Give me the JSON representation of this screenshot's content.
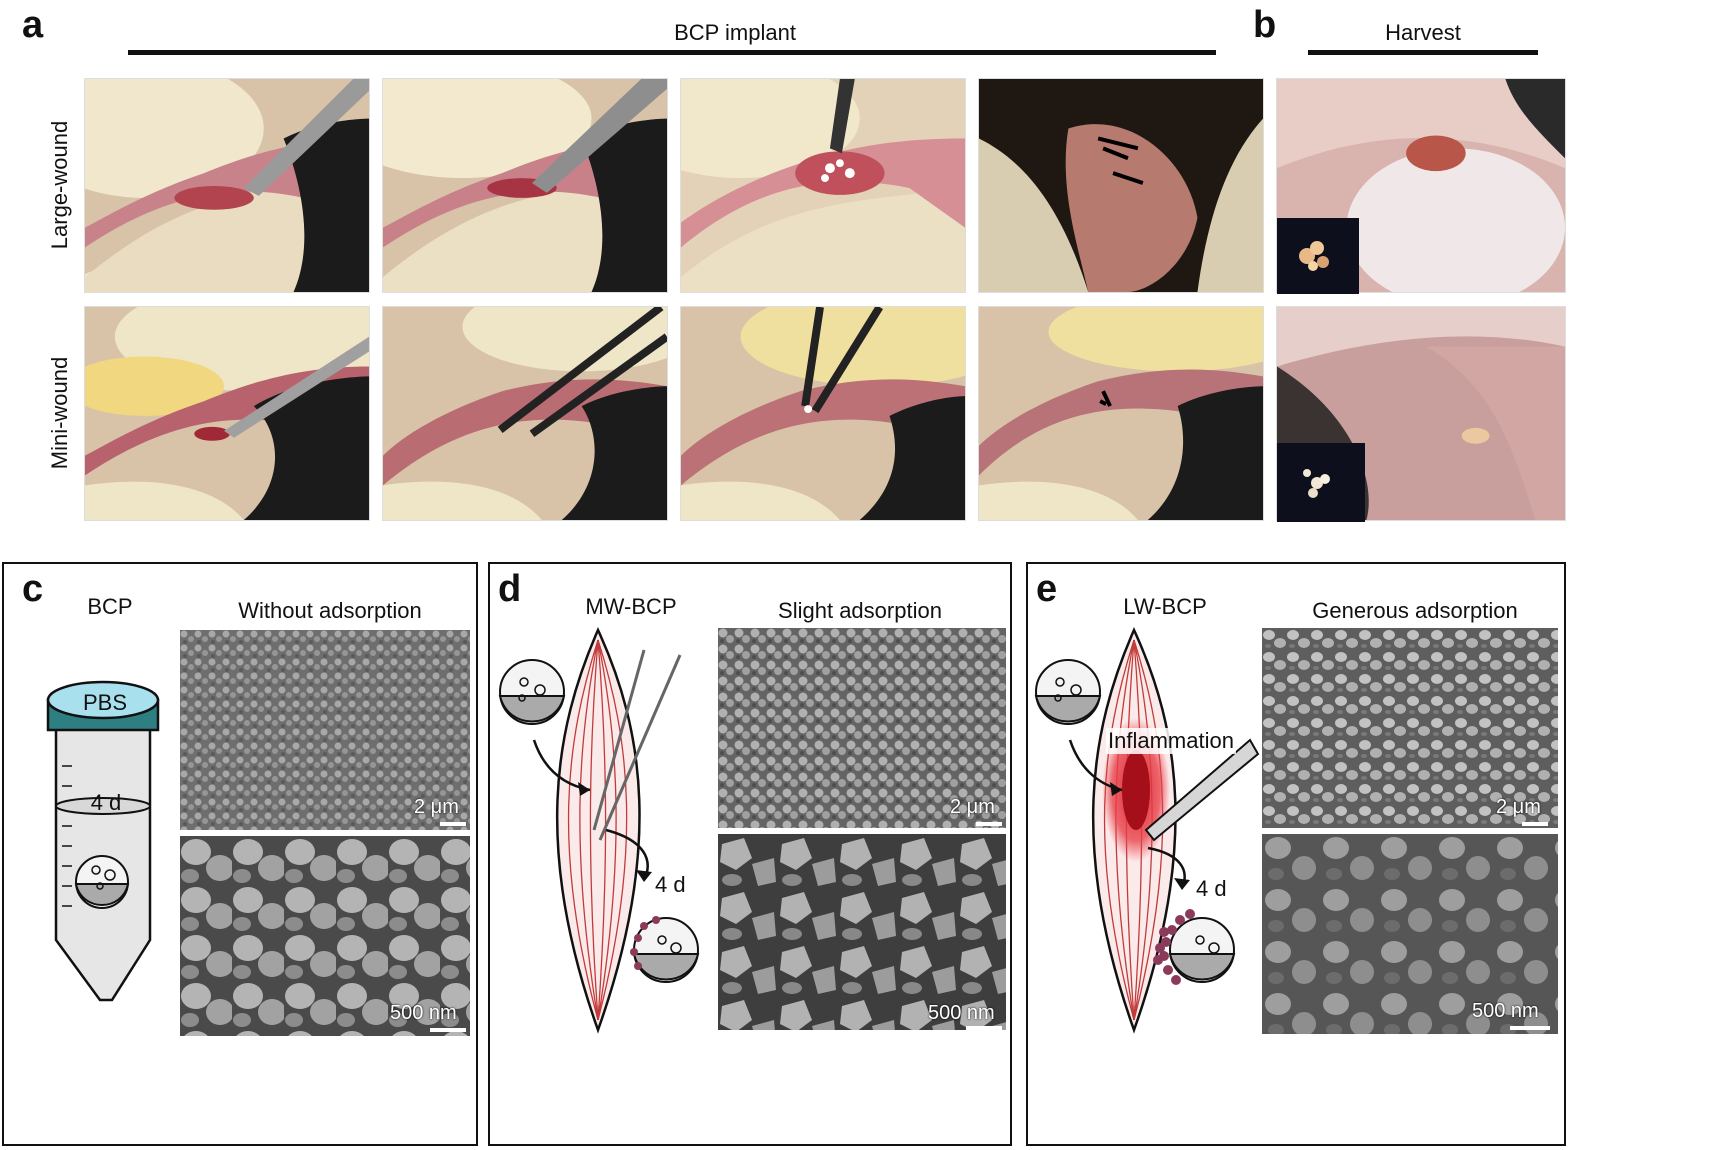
{
  "panel_letters": {
    "a": "a",
    "b": "b",
    "c": "c",
    "d": "d",
    "e": "e"
  },
  "headers": {
    "implant": "BCP implant",
    "harvest": "Harvest"
  },
  "row_labels": {
    "large": "Large-wound",
    "mini": "Mini-wound"
  },
  "panel_c": {
    "label": "BCP",
    "sem_title": "Without adsorption",
    "tube_cap": "PBS",
    "tube_time": "4 d",
    "scale_top": "2 μm",
    "scale_bottom": "500 nm"
  },
  "panel_d": {
    "label": "MW-BCP",
    "sem_title": "Slight adsorption",
    "arrow_time": "4 d",
    "scale_top": "2 μm",
    "scale_bottom": "500 nm"
  },
  "panel_e": {
    "label": "LW-BCP",
    "sem_title": "Generous adsorption",
    "inflammation": "Inflammation",
    "arrow_time": "4 d",
    "scale_top": "2 μm",
    "scale_bottom": "500 nm"
  },
  "colors": {
    "tissue_pink": "#c9787e",
    "fur_black": "#1a1a1a",
    "glove_cream": "#efe6c8",
    "muscle_red": "#c23b3b",
    "inflammation_red": "#e01f2a",
    "pbs_cap": "#a8e0ee",
    "tube_ring": "#2d7f82",
    "adsorbed_protein": "#8b3a5a"
  }
}
